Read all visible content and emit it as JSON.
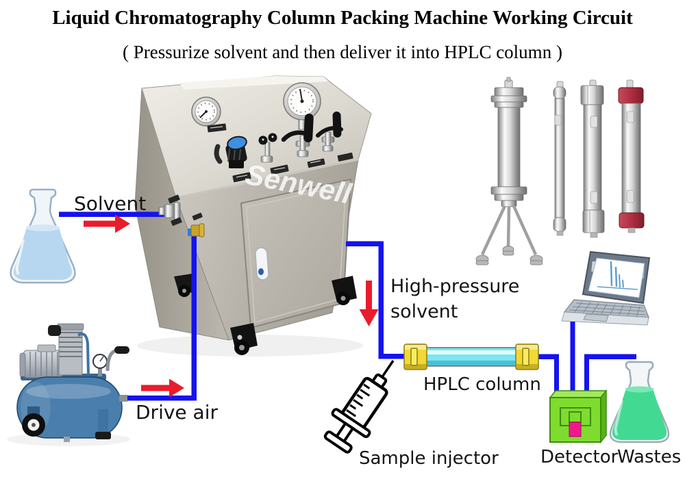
{
  "header": {
    "title": "Liquid Chromatography Column Packing Machine Working Circuit",
    "subtitle": "( Pressurize solvent and then deliver it into HPLC column )"
  },
  "labels": {
    "solvent": "Solvent",
    "drive_air": "Drive air",
    "high_pressure_1": "High-pressure",
    "high_pressure_2": "solvent",
    "hplc_column": "HPLC column",
    "sample_injector": "Sample injector",
    "detector": "Detector",
    "wastes": "Wastes"
  },
  "machine": {
    "watermark": "Senwell"
  },
  "colors": {
    "tube": "#1512ef",
    "arrow": "#ea1c2b",
    "hplc_tube": "#7de5f2",
    "hplc_fitting": "#f2d835",
    "detector_body": "#7edc2f",
    "detector_slider": "#f2188c",
    "waste_liquid": "#42da92",
    "solvent_liquid": "#b7d7f0",
    "compressor_tank": "#4a7eac"
  }
}
